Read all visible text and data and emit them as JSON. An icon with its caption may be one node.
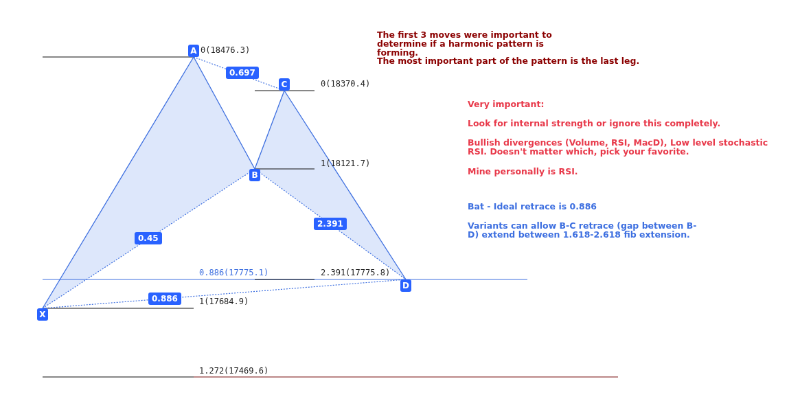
{
  "diagram": {
    "nodes": [
      {
        "text": [
          "X"
        ]
      },
      {
        "text": [
          "A"
        ]
      },
      {
        "text": [
          "B"
        ]
      },
      {
        "text": [
          "C"
        ]
      },
      {
        "text": [
          "D"
        ]
      }
    ],
    "edges": [
      {
        "from": 0,
        "to": 1,
        "arrow": "none"
      },
      {
        "from": 1,
        "to": 2,
        "arrow": "none"
      },
      {
        "from": 2,
        "to": 3,
        "arrow": "none"
      },
      {
        "from": 3,
        "to": 4,
        "arrow": "none"
      },
      {
        "from": 1,
        "to": 3,
        "arrow": "none",
        "style": "dashed",
        "label": "0.697"
      },
      {
        "from": 0,
        "to": 2,
        "arrow": "none",
        "style": "dashed",
        "label": "0.45"
      },
      {
        "from": 2,
        "to": 4,
        "arrow": "none",
        "style": "dashed",
        "label": "2.391"
      },
      {
        "from": 0,
        "to": 4,
        "arrow": "none",
        "style": "dashed",
        "label": "0.886"
      }
    ],
    "labels": [
      "The first 3 moves were important to determine if a harmonic pattern is forming.",
      "The most important part of the pattern is the last leg.",
      "0(18476.3)",
      "0(18370.4)",
      "Very important:",
      "Look for internal strength or ignore this completely.",
      "Bullish divergences (Volume, RSI, MacD), Low level stochastic RSI. Doesn't matter which, pick your favorite.",
      "1(18121.7)",
      "Mine personally is RSI.",
      "Bat - Ideal retrace is 0.886",
      "Variants can allow B-C retrace (gap between B-D) extend between 1.618-2.618 fib extension.",
      "0.886(17775.1)",
      "2.391(17775.8)",
      "1(17684.9)",
      "1.272(17469.6)"
    ]
  }
}
